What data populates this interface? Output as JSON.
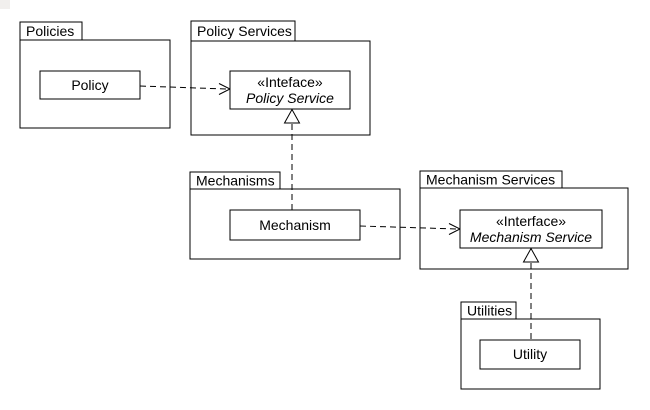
{
  "diagram_title": "UML package diagram: Policies, Policy Services, Mechanisms, Mechanism Services, Utilities",
  "colors": {
    "background": "#ffffff",
    "stroke": "#000000",
    "shape_fill": "#ffffff",
    "text": "#000000"
  },
  "packages": {
    "policies": {
      "label": "Policies"
    },
    "policy_services": {
      "label": "Policy Services"
    },
    "mechanisms": {
      "label": "Mechanisms"
    },
    "mechanism_services": {
      "label": "Mechanism Services"
    },
    "utilities": {
      "label": "Utilities"
    }
  },
  "classes": {
    "policy": {
      "label": "Policy"
    },
    "mechanism": {
      "label": "Mechanism"
    },
    "utility": {
      "label": "Utility"
    }
  },
  "interfaces": {
    "policy_service": {
      "stereotype": "«Inteface»",
      "name": "Policy Service"
    },
    "mechanism_service": {
      "stereotype": "«Interface»",
      "name": "Mechanism Service"
    }
  },
  "relationships": [
    {
      "type": "dependency",
      "style": "dashed-open-arrow",
      "from": "Policy",
      "to": "Policy Service"
    },
    {
      "type": "realization",
      "style": "dashed-hollow-triangle",
      "from": "Mechanism",
      "to": "Policy Service"
    },
    {
      "type": "dependency",
      "style": "dashed-open-arrow",
      "from": "Mechanism",
      "to": "Mechanism Service"
    },
    {
      "type": "realization",
      "style": "dashed-hollow-triangle",
      "from": "Utility",
      "to": "Mechanism Service"
    }
  ]
}
